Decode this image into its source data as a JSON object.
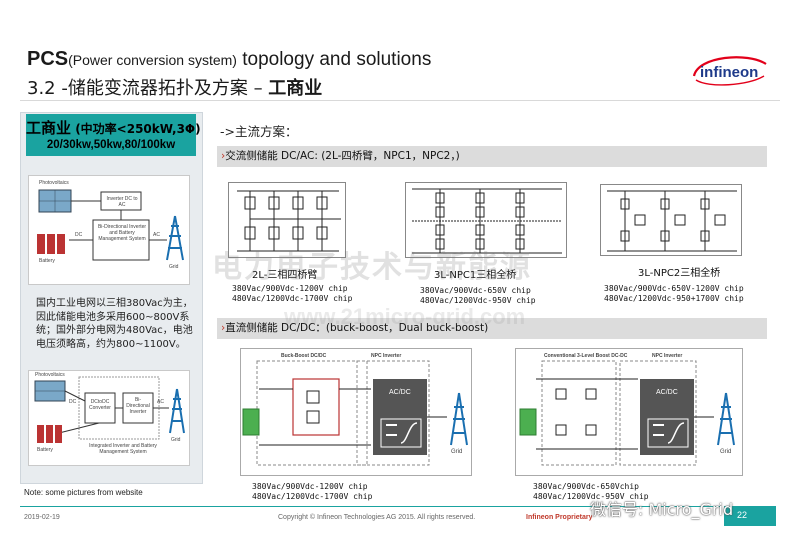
{
  "header": {
    "title_bold": "PCS",
    "title_paren": "(Power conversion  system)",
    "title_rest": " topology and solutions",
    "subtitle_prefix": "3.2 -储能变流器拓扑及方案 – ",
    "subtitle_bold": "工商业"
  },
  "logo": {
    "text": "infineon",
    "color": "#e2001a"
  },
  "left": {
    "tag_big": "工商业",
    "tag_small": " (中功率<250kW,3Φ)",
    "tag_line2": "20/30kw,50kw,80/100kw",
    "note": "国内工业电网以三相380Vac为主，因此储能电池多采用600~800V系统；国外部分电网为480Vac，电池电压须略高，约为800~1100V。",
    "diagram1": {
      "photovoltaics": "Photovoltaics",
      "inverter": "Inverter DC to AC",
      "dc": "DC",
      "ac": "AC",
      "bidir": "Bi-Directional Inverter and Battery Management System",
      "battery": "Battery",
      "grid": "Grid"
    },
    "diagram2": {
      "photovoltaics": "Photovoltaics",
      "dc": "DC",
      "dctodc": "DCtoDC Converter",
      "bidir": "Bi-Directional Inverter",
      "ac": "AC",
      "integrated": "Integrated Inverter and Battery Management System",
      "battery": "Battery",
      "grid": "Grid"
    }
  },
  "main": {
    "heading": "->主流方案：",
    "bar1_mark": "›",
    "bar1": "交流侧储能 DC/AC: (2L-四桥臂，NPC1，NPC2，)",
    "bar2_mark": "›",
    "bar2": "直流侧储能 DC/DC：(buck-boost，Dual buck-boost)",
    "circuits": [
      {
        "label": "2L-三相四桥臂",
        "spec1": "380Vac/900Vdc-1200V chip",
        "spec2": "480Vac/1200Vdc-1700V chip"
      },
      {
        "label": "3L-NPC1三相全桥",
        "spec1": "380Vac/900Vdc-650V chip",
        "spec2": "480Vac/1200Vdc-950V chip"
      },
      {
        "label": "3L-NPC2三相全桥",
        "spec1": "380Vac/900Vdc-650V-1200V chip",
        "spec2": "480Vac/1200Vdc-950+1700V chip"
      }
    ],
    "dcdc": [
      {
        "title": "Buck-Boost DC/DC",
        "inverter": "NPC Inverter",
        "box": "AC/DC",
        "grid": "Grid",
        "spec1": "380Vac/900Vdc-1200V chip",
        "spec2": "480Vac/1200Vdc-1700V chip"
      },
      {
        "title": "Conventional 3-Level Boost DC-DC",
        "inverter": "NPC Inverter",
        "box": "AC/DC",
        "grid": "Grid",
        "spec1": "380Vac/900Vdc-650Vchip",
        "spec2": "480Vac/1200Vdc-950V chip"
      }
    ]
  },
  "footer": {
    "note": "Note: some pictures from website",
    "date": "2019-02-19",
    "copyright": "Copyright © Infineon Technologies AG 2015. All rights  reserved.",
    "property": "Infineon Proprietary",
    "page": "22"
  },
  "watermarks": {
    "w1": "电力电子技术与新能源",
    "w2": "www.21micro-grid.com",
    "wechat": "微信号: Micro_Grid"
  }
}
